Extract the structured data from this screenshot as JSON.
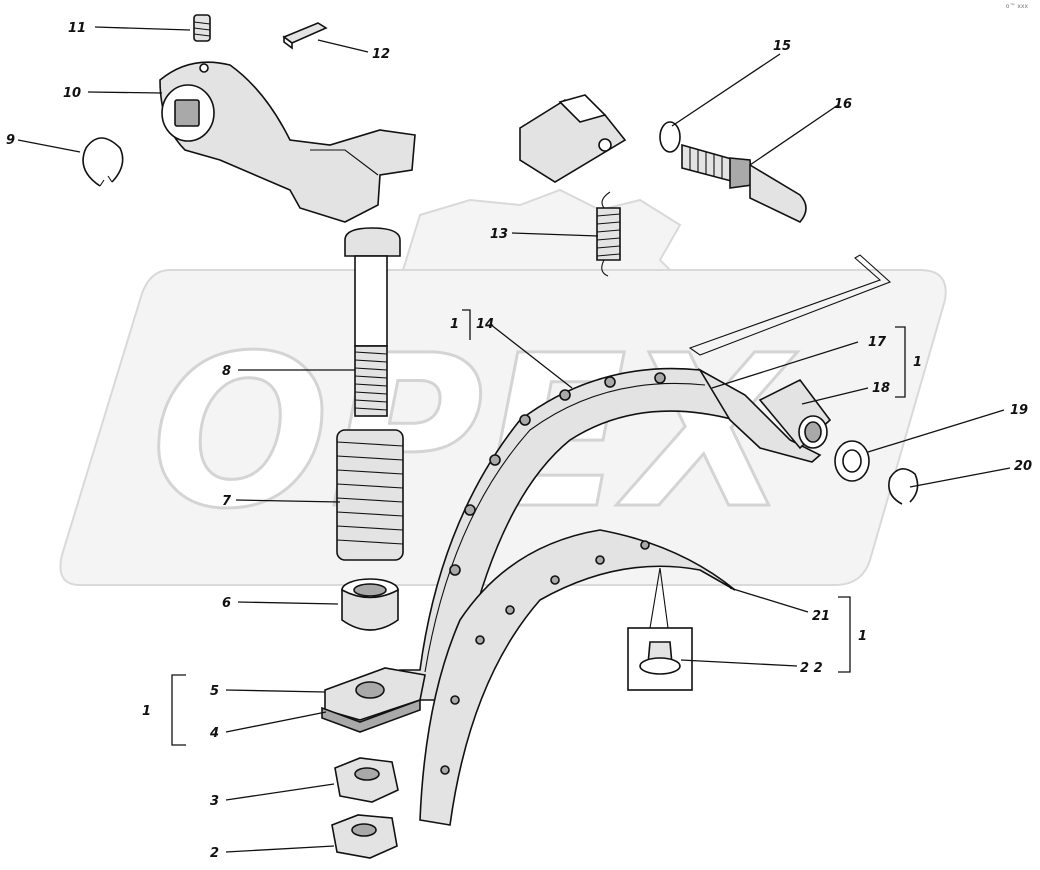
{
  "corner_text": "o™ xxx",
  "watermark": {
    "text": "OPEX"
  },
  "callouts": {
    "c1": "1",
    "c2": "2",
    "c3": "3",
    "c4": "4",
    "c5": "5",
    "c6": "6",
    "c7": "7",
    "c8": "8",
    "c9": "9",
    "c10": "10",
    "c11": "11",
    "c12": "12",
    "c13": "13",
    "c14": "14",
    "c15": "15",
    "c16": "16",
    "c17": "17",
    "c18": "18",
    "c19": "19",
    "c20": "20",
    "c21": "21",
    "c22": "2 2"
  },
  "group_labels": {
    "g_left": "1",
    "g_top": "1",
    "g_right_top": "1",
    "g_right_bottom": "1"
  }
}
